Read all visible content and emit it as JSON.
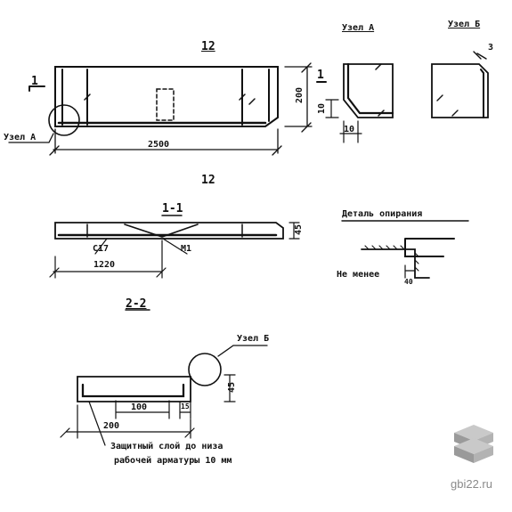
{
  "labels": {
    "node_a_title": "Узел А",
    "node_b_title": "Узел Б",
    "node_a_callout": "Узел А",
    "node_b_callout": "Узел Б",
    "mark_top": "12",
    "mark_mid": "12",
    "mark_one_left": "1",
    "mark_one_right": "1",
    "dim_length": "2500",
    "dim_height": "200",
    "dim_node_a": "10",
    "dim_node_a_small": "10",
    "dim_node_b": "3",
    "section_1_1": "1-1",
    "section_2_2": "2-2",
    "dim_section_thk": "45",
    "rebar_c17": "С17",
    "rebar_m1": "М1",
    "dim_1220": "1220",
    "support_detail_title": "Деталь опирания",
    "support_min": "Не менее",
    "support_dim": "40",
    "dim_100": "100",
    "dim_15": "15",
    "dim_200": "200",
    "dim_45_b": "45",
    "note_line1": "Защитный слой до низа",
    "note_line2": "рабочей арматуры 10 мм",
    "watermark": "gbi22.ru"
  },
  "colors": {
    "ink": "#111111",
    "watermark": "#8a8a8a"
  }
}
